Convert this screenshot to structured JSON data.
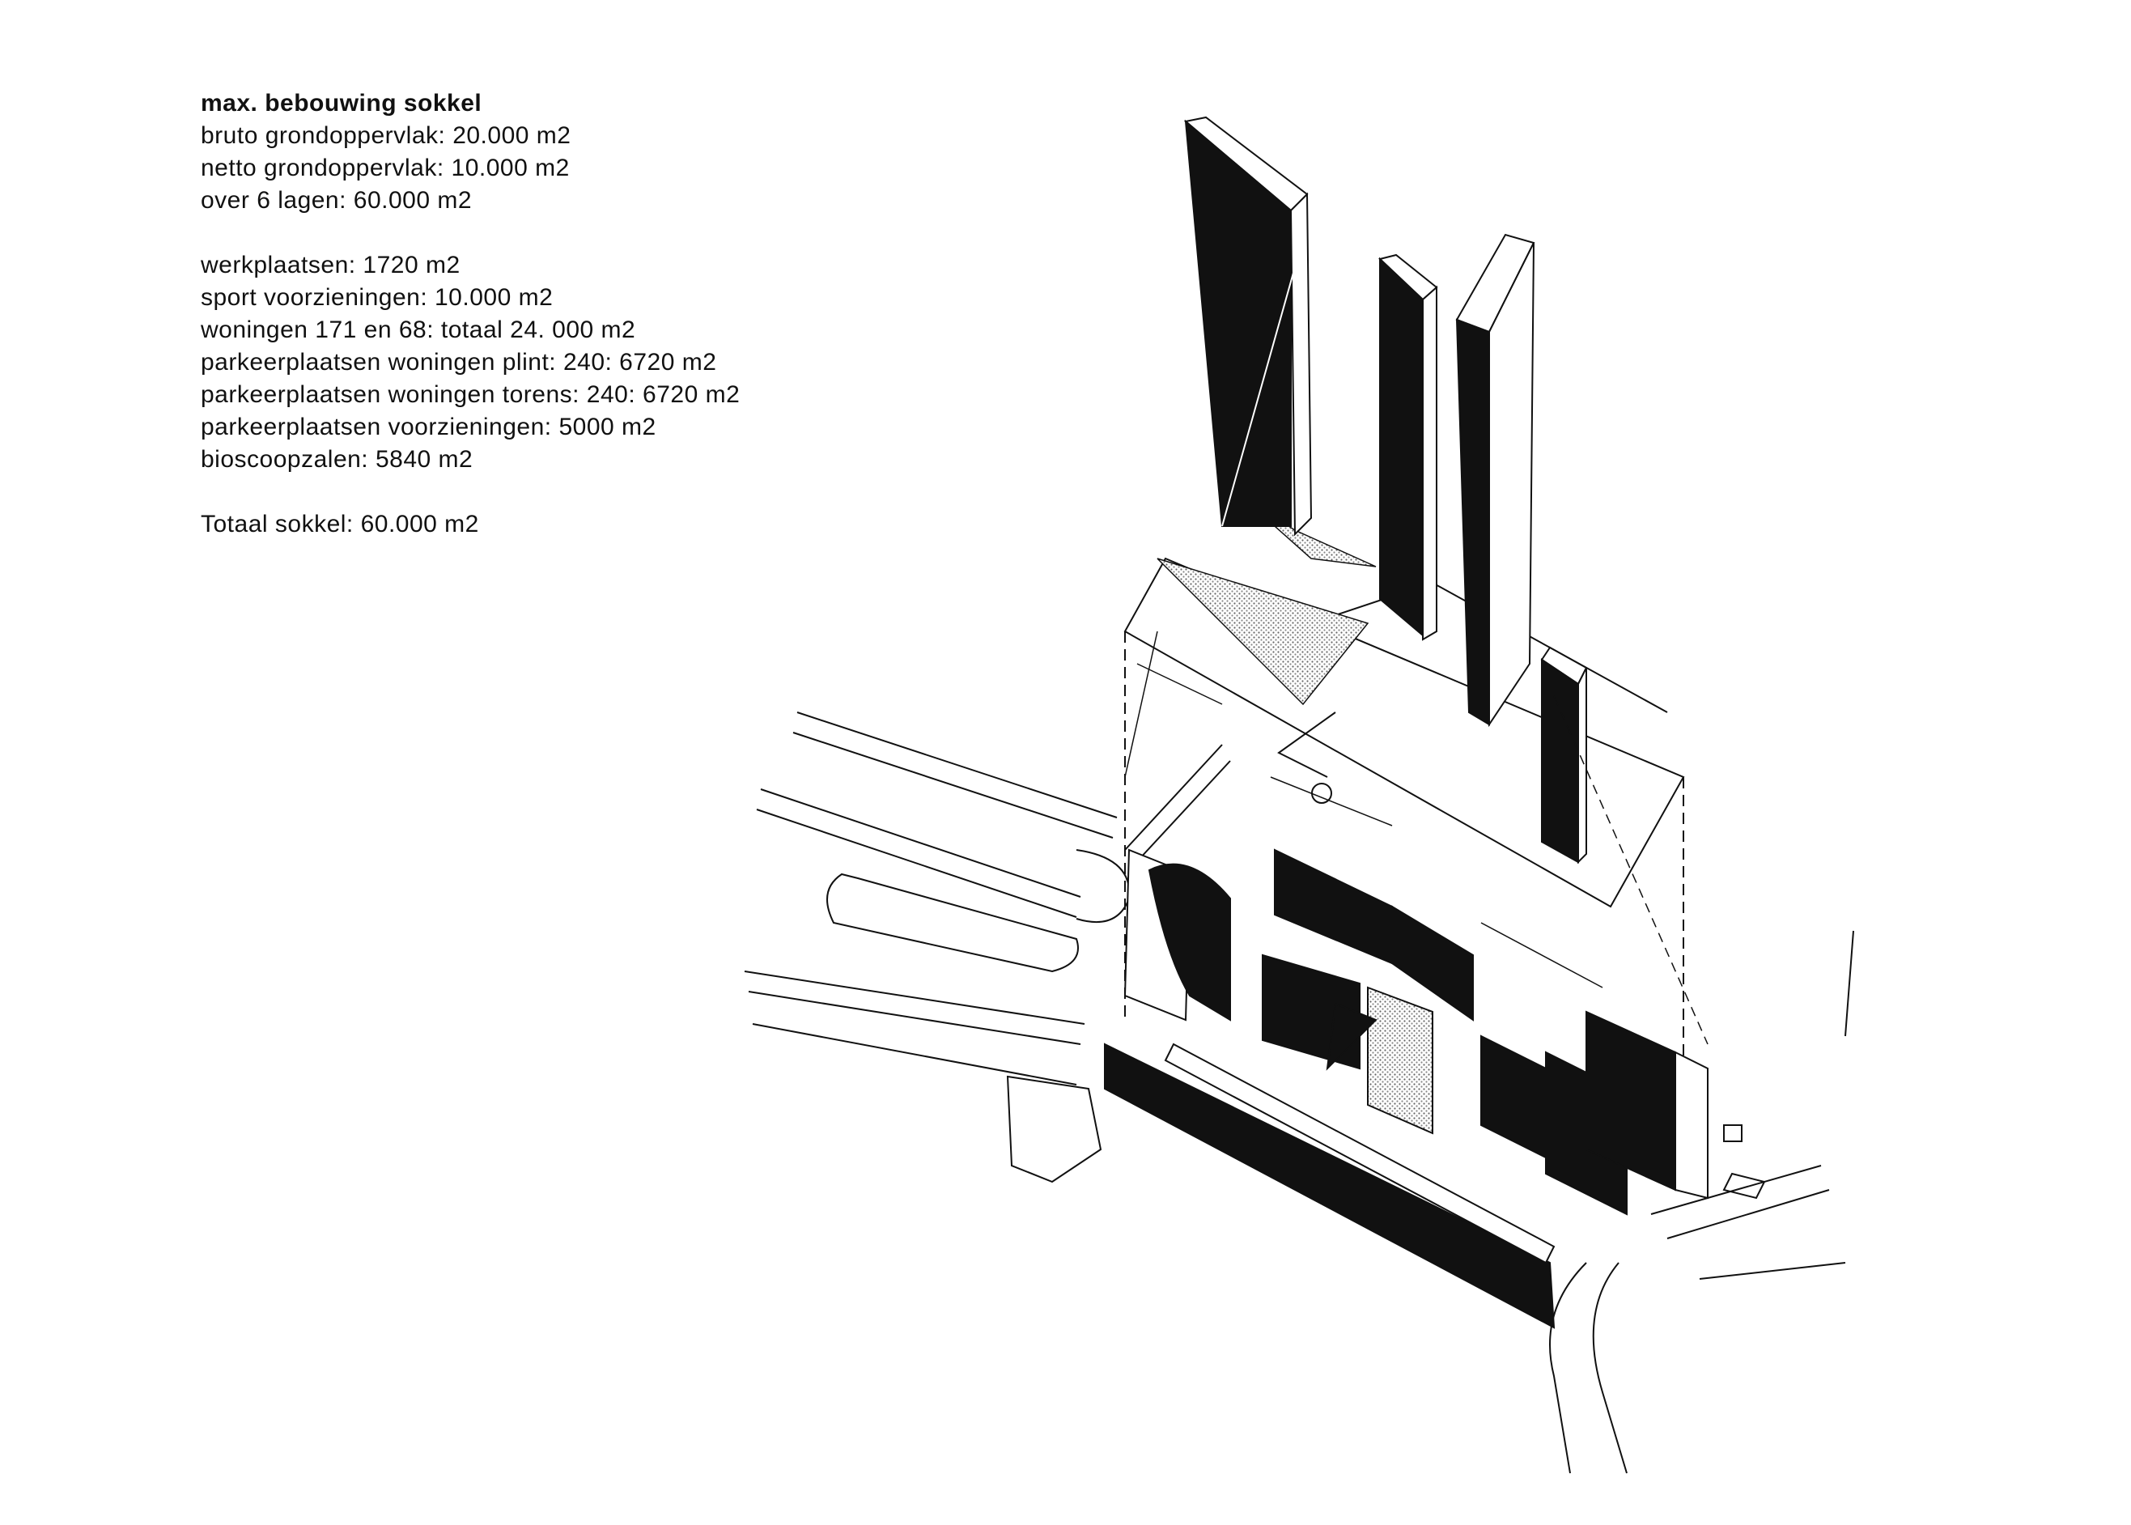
{
  "legend": {
    "title": "max. bebouwing sokkel",
    "group1": [
      "bruto grondoppervlak: 20.000 m2",
      "netto grondoppervlak: 10.000 m2",
      "over 6 lagen: 60.000 m2"
    ],
    "group2": [
      "werkplaatsen: 1720 m2",
      "sport voorzieningen: 10.000 m2",
      "woningen 171 en 68: totaal 24. 000 m2",
      "parkeerplaatsen woningen plint: 240: 6720 m2",
      "parkeerplaatsen woningen torens: 240: 6720 m2",
      "parkeerplaatsen voorzieningen: 5000 m2",
      "bioscoopzalen: 5840 m2"
    ],
    "total": "Totaal sokkel: 60.000 m2"
  },
  "colors": {
    "ink": "#111111",
    "paper": "#ffffff",
    "hatch": "#9a9a9a"
  }
}
